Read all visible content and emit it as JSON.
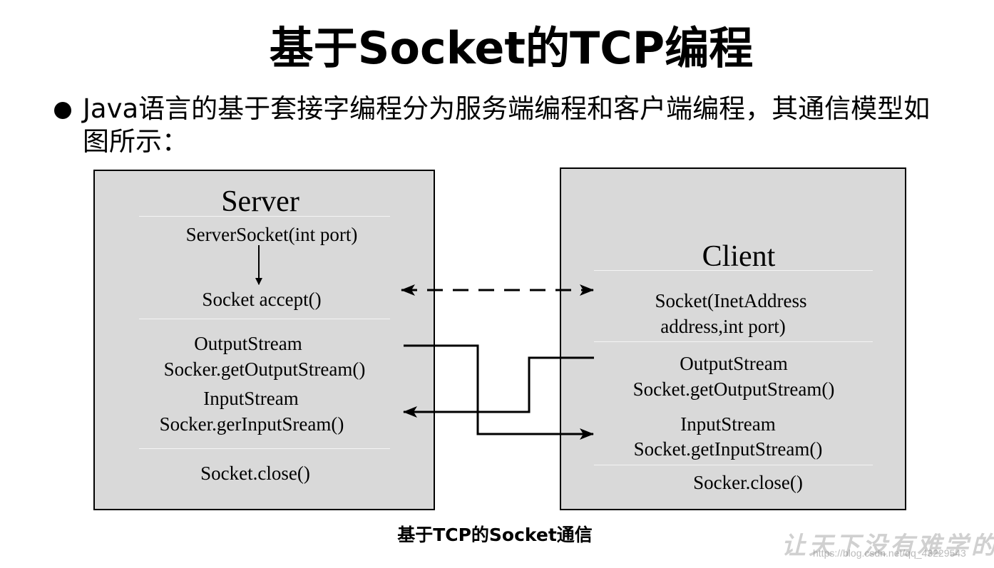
{
  "title": "基于Socket的TCP编程",
  "bullet": "Java语言的基于套接字编程分为服务端编程和客户端编程，其通信模型如图所示：",
  "server": {
    "heading": "Server",
    "server_socket": "ServerSocket(int port)",
    "accept": "Socket accept()",
    "output_stream": "OutputStream",
    "get_output": "Socker.getOutputStream()",
    "input_stream": "InputStream",
    "get_input": "Socker.gerInputSream()",
    "close": "Socket.close()"
  },
  "client": {
    "heading": "Client",
    "socket_line1": "Socket(InetAddress",
    "socket_line2": "address,int port)",
    "output_stream": "OutputStream",
    "get_output": "Socket.getOutputStream()",
    "input_stream": "InputStream",
    "get_input": "Socket.getInputStream()",
    "close": "Socker.close()"
  },
  "caption": "基于TCP的Socket通信",
  "watermark": {
    "seal": "让天下没有难学的技",
    "url": "https://blog.csdn.net/qq_43229543"
  },
  "colors": {
    "box_fill": "#d9d9d9",
    "separator": "#f4f4f4",
    "line": "#000000"
  }
}
